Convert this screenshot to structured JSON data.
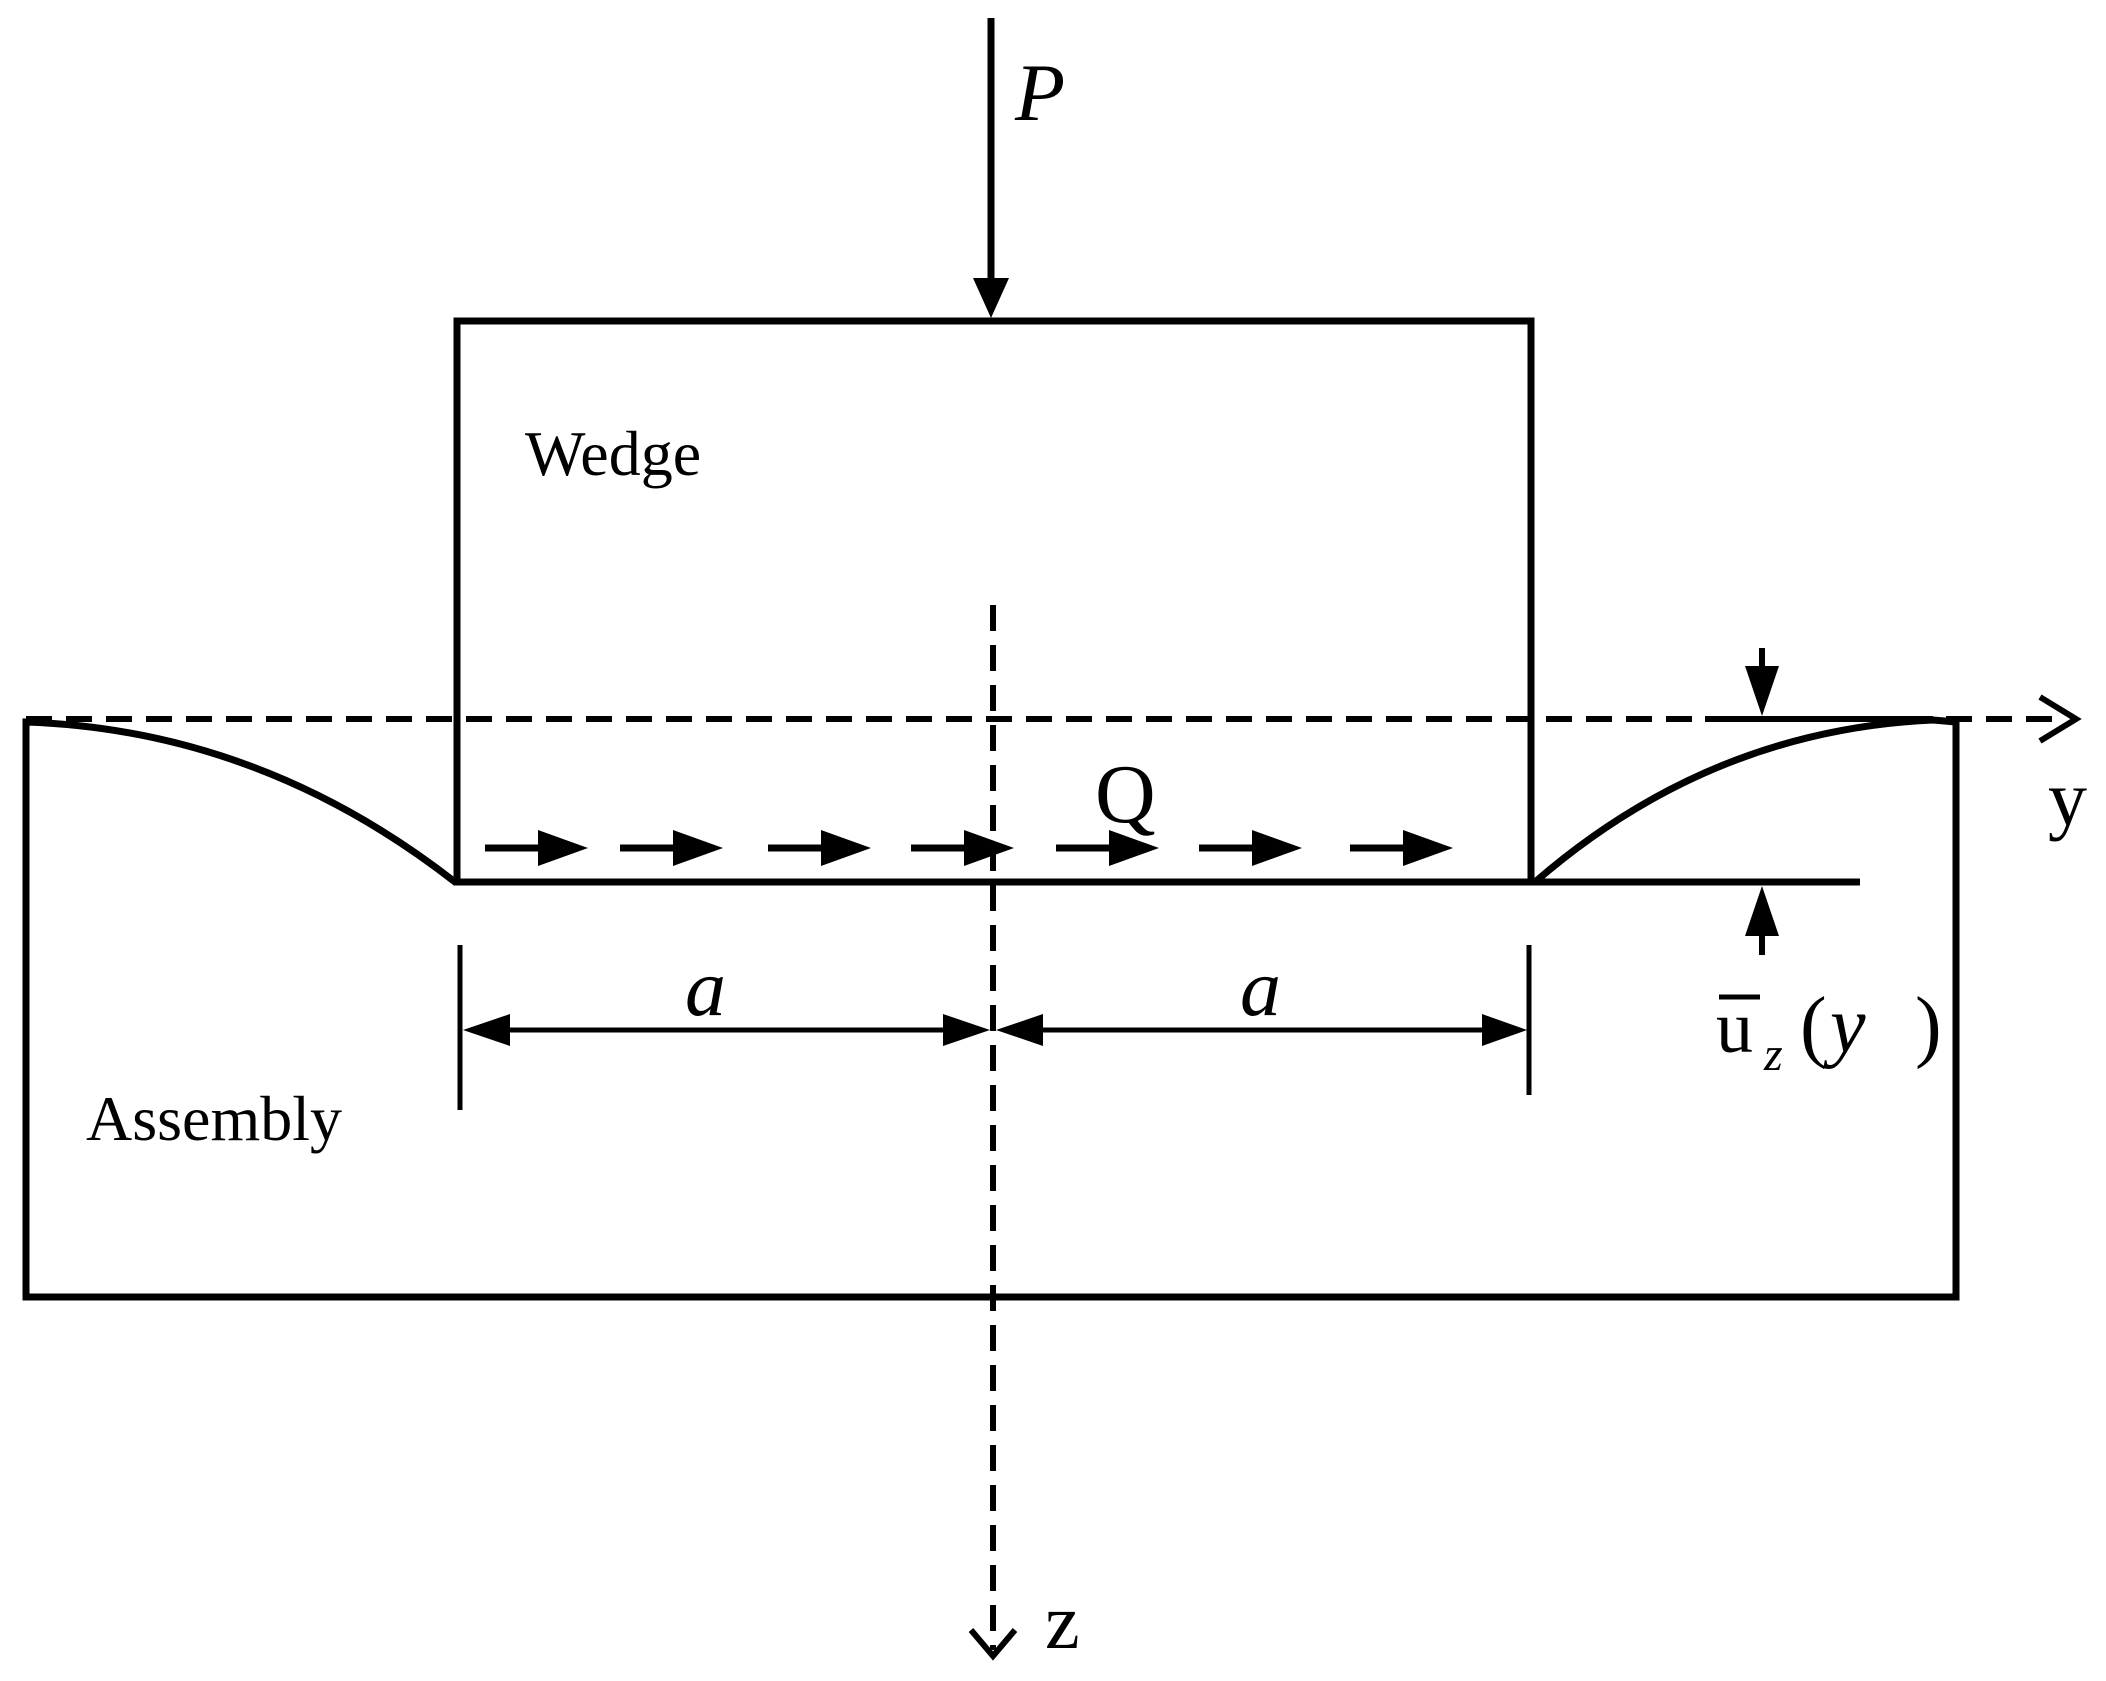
{
  "labels": {
    "force_p": "P",
    "wedge": "Wedge",
    "shear_q": "Q",
    "axis_y": "y",
    "axis_z": "z",
    "assembly": "Assembly",
    "half_width_left": "a",
    "half_width_right": "a",
    "displacement_base": "u",
    "displacement_sub": "z",
    "displacement_arg_open": "(",
    "displacement_arg": "y",
    "displacement_arg_close": ")"
  },
  "colors": {
    "stroke": "#000000",
    "background": "#ffffff"
  }
}
